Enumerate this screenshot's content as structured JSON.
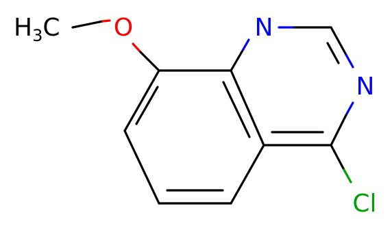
{
  "molecule": {
    "atoms": {
      "methyl": {
        "main": "H",
        "sub": "3",
        "tail": "C",
        "color": "#000000"
      },
      "oxygen": {
        "label": "O",
        "color": "#ff0000"
      },
      "n1": {
        "label": "N",
        "color": "#0000ff"
      },
      "n3": {
        "label": "N",
        "color": "#0000ff"
      },
      "chlorine": {
        "label": "Cl",
        "color": "#00a000"
      }
    },
    "bond_color": "#000000"
  }
}
